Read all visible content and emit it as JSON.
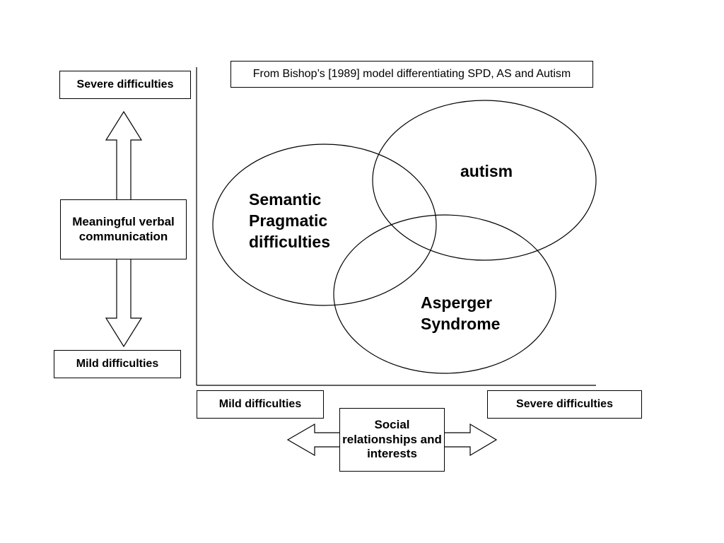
{
  "source_note": "From Bishop’s [1989] model differentiating SPD, AS and Autism",
  "y_axis": {
    "label": "Meaningful verbal communication",
    "top_label": "Severe difficulties",
    "bottom_label": "Mild difficulties"
  },
  "x_axis": {
    "label": "Social relationships and interests",
    "left_label": "Mild difficulties",
    "right_label": "Severe difficulties"
  },
  "sets": {
    "spd": "Semantic\nPragmatic\ndifficulties",
    "autism": "autism",
    "asperger": "Asperger\nSyndrome"
  },
  "colors": {
    "stroke": "#000000",
    "fill": "#ffffff"
  }
}
